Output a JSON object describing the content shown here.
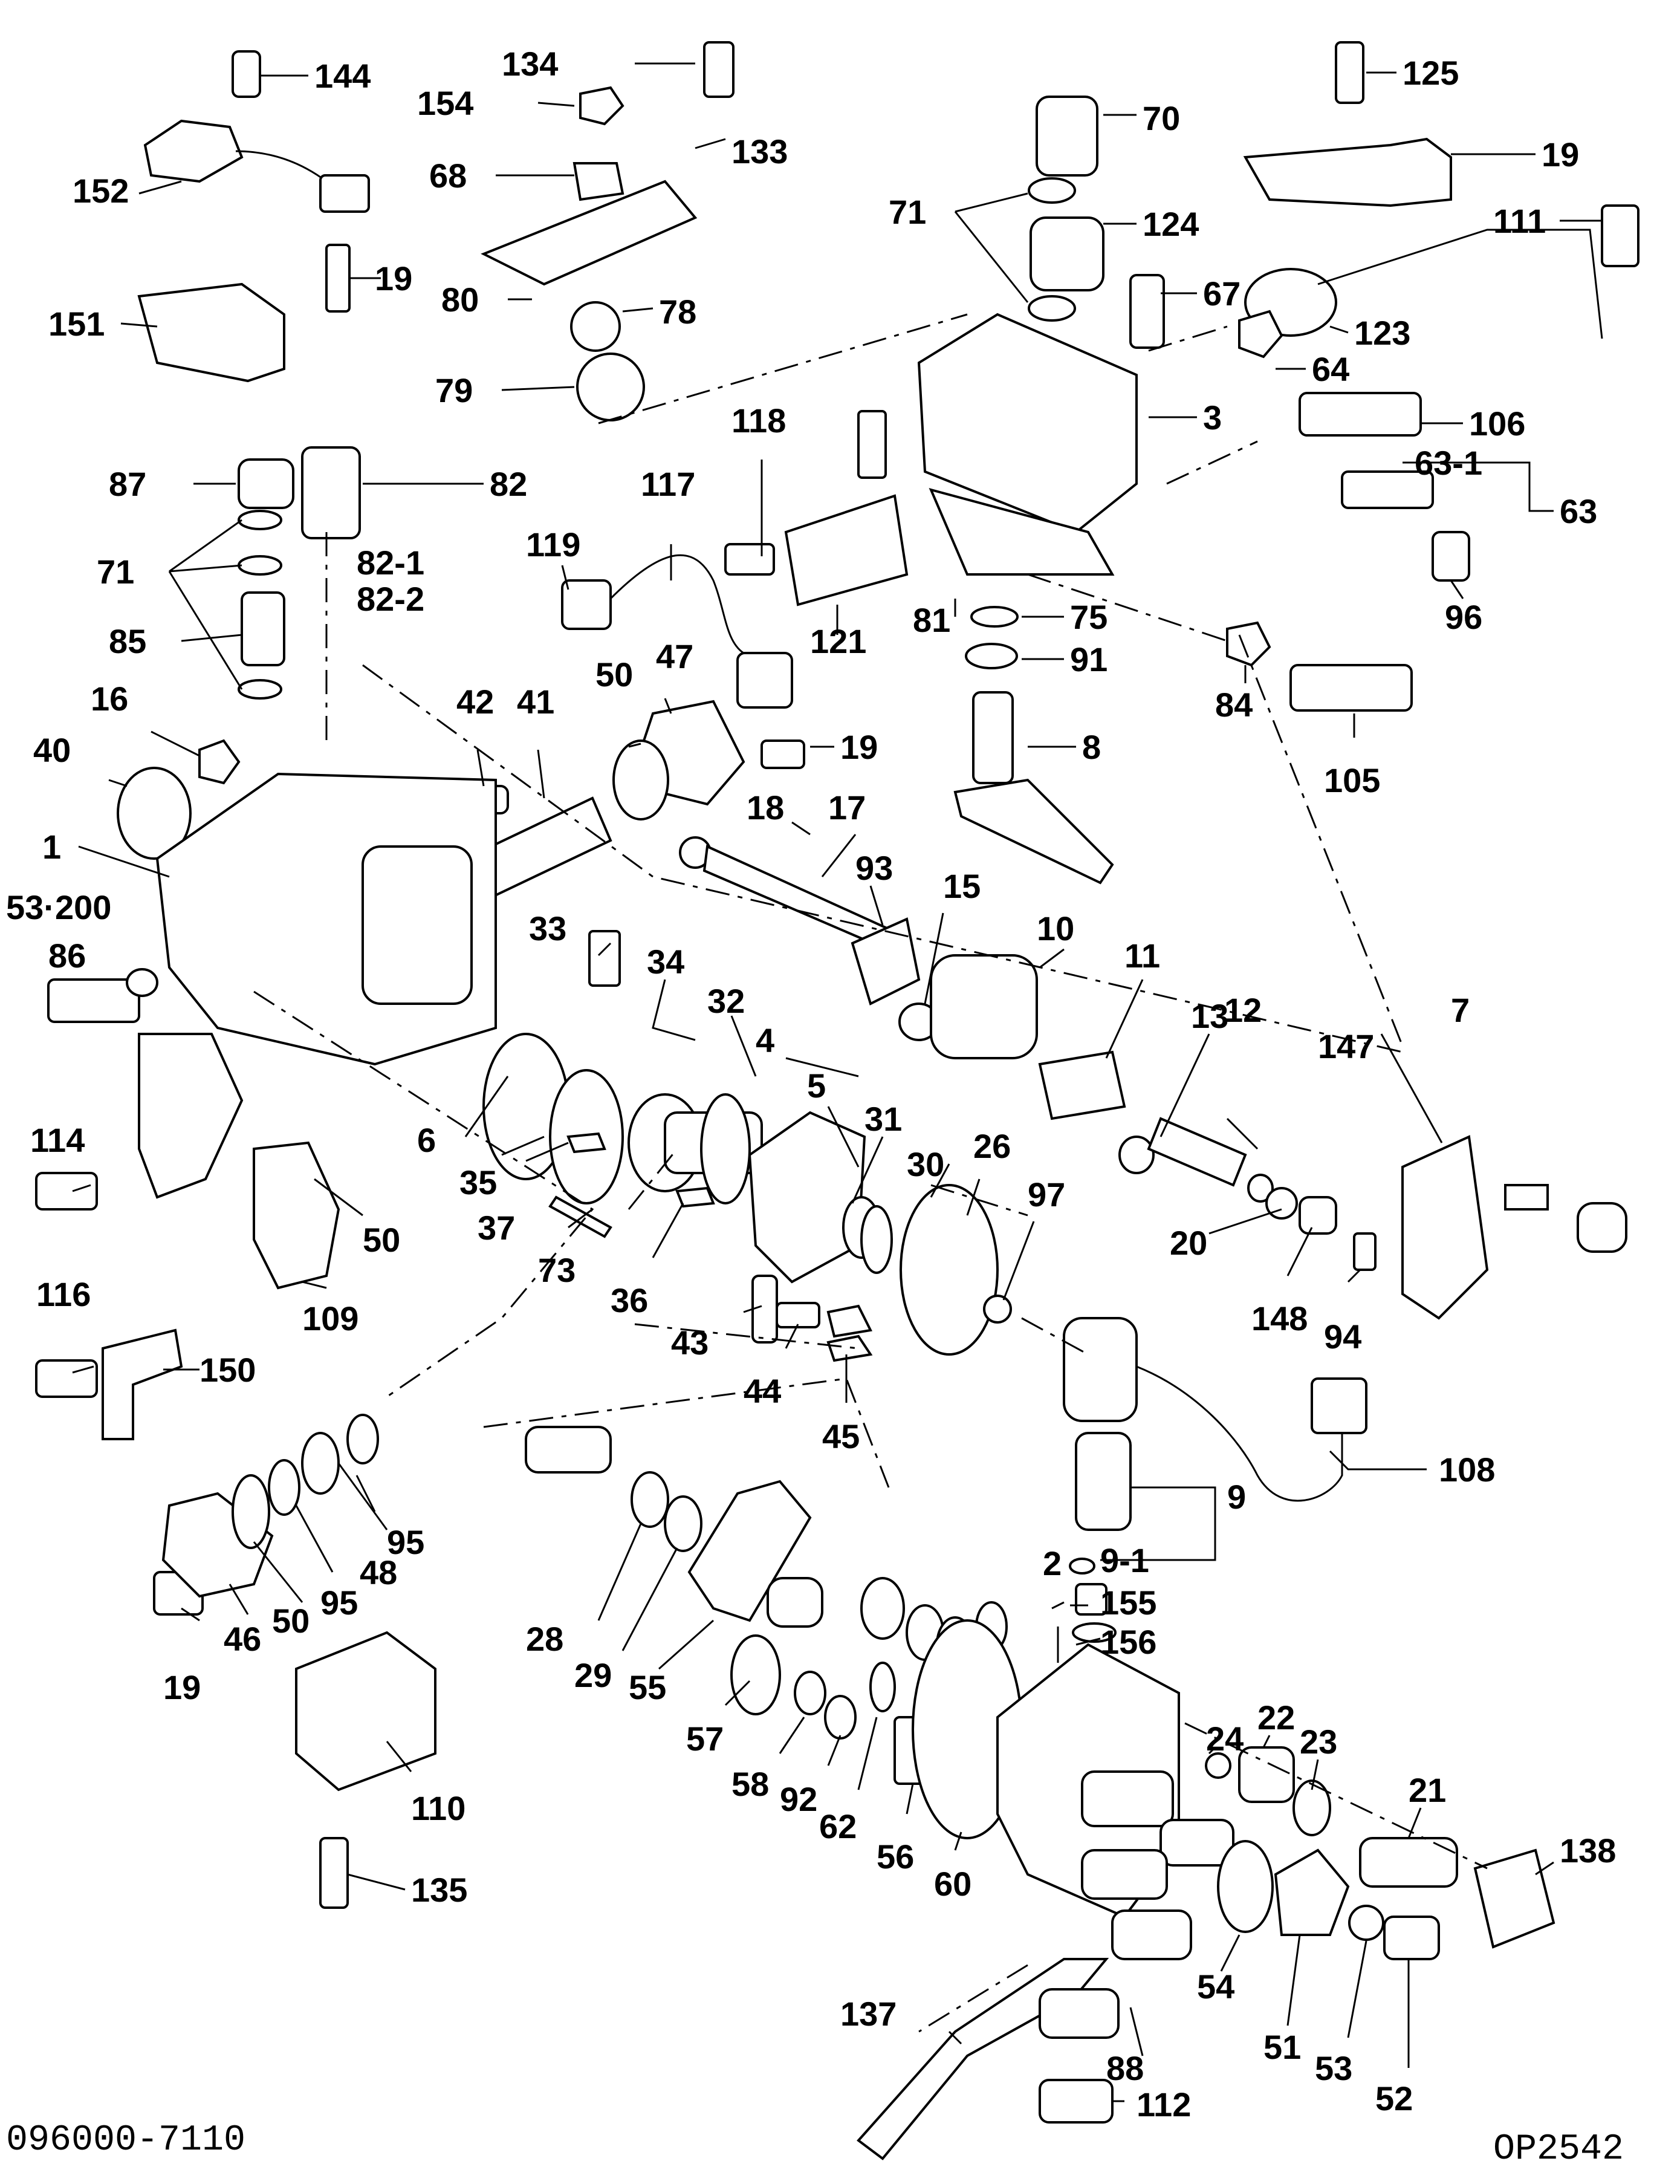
{
  "drawing": {
    "model_number": "096000-7110",
    "drawing_code": "OP2542"
  },
  "labels": [
    "144",
    "152",
    "134",
    "154",
    "133",
    "68",
    "80",
    "78",
    "79",
    "151",
    "19",
    "70",
    "71",
    "124",
    "67",
    "123",
    "111",
    "125",
    "19",
    "3",
    "64",
    "106",
    "63-1",
    "63",
    "96",
    "87",
    "82",
    "82-1",
    "82-2",
    "71",
    "85",
    "119",
    "117",
    "118",
    "121",
    "81",
    "75",
    "91",
    "84",
    "105",
    "16",
    "40",
    "42",
    "41",
    "1",
    "53·200",
    "86",
    "50",
    "47",
    "19",
    "18",
    "17",
    "8",
    "93",
    "15",
    "10",
    "11",
    "13",
    "12",
    "147",
    "7",
    "33",
    "34",
    "32",
    "4",
    "5",
    "31",
    "30",
    "26",
    "6",
    "35",
    "37",
    "73",
    "36",
    "97",
    "20",
    "148",
    "94",
    "114",
    "50",
    "109",
    "116",
    "150",
    "43",
    "44",
    "45",
    "108",
    "9",
    "9-1",
    "2",
    "155",
    "156",
    "19",
    "46",
    "50",
    "95",
    "48",
    "95",
    "28",
    "29",
    "55",
    "57",
    "58",
    "92",
    "62",
    "56",
    "60",
    "24",
    "22",
    "23",
    "21",
    "138",
    "110",
    "135",
    "137",
    "88",
    "54",
    "51",
    "53",
    "52",
    "112"
  ]
}
